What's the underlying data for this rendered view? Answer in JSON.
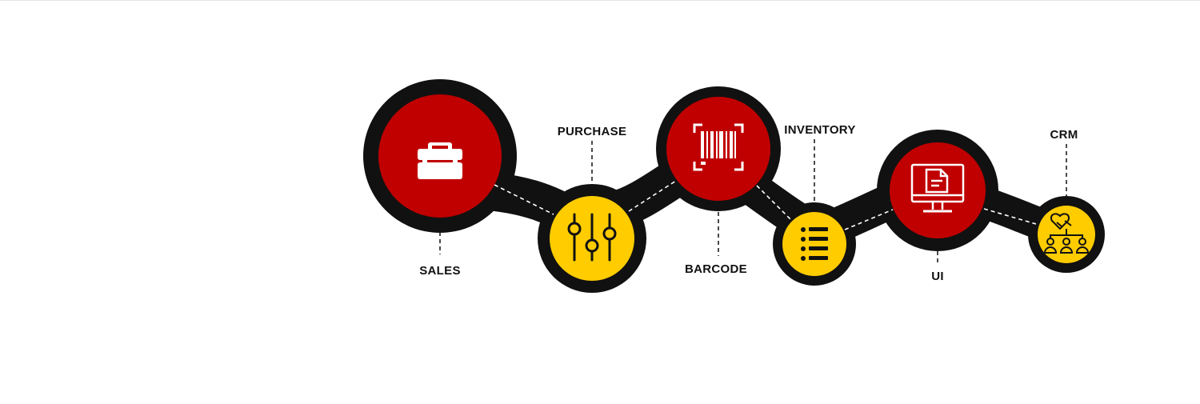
{
  "colors": {
    "track": "#111111",
    "red": "#c00000",
    "yellow": "#ffcc00",
    "icon_on_red": "#ffffff",
    "icon_on_yellow": "#111111",
    "connector": "#ffffff",
    "leader": "#111111"
  },
  "nodes": [
    {
      "id": "sales",
      "label": "SALES",
      "color": "red",
      "icon": "briefcase-icon",
      "label_side": "below"
    },
    {
      "id": "purchase",
      "label": "PURCHASE",
      "color": "yellow",
      "icon": "sliders-icon",
      "label_side": "above"
    },
    {
      "id": "barcode",
      "label": "BARCODE",
      "color": "red",
      "icon": "barcode-scan-icon",
      "label_side": "below"
    },
    {
      "id": "inventory",
      "label": "INVENTORY",
      "color": "yellow",
      "icon": "list-icon",
      "label_side": "above"
    },
    {
      "id": "ui",
      "label": "UI",
      "color": "red",
      "icon": "monitor-document-icon",
      "label_side": "below"
    },
    {
      "id": "crm",
      "label": "CRM",
      "color": "yellow",
      "icon": "handshake-team-icon",
      "label_side": "above"
    }
  ]
}
